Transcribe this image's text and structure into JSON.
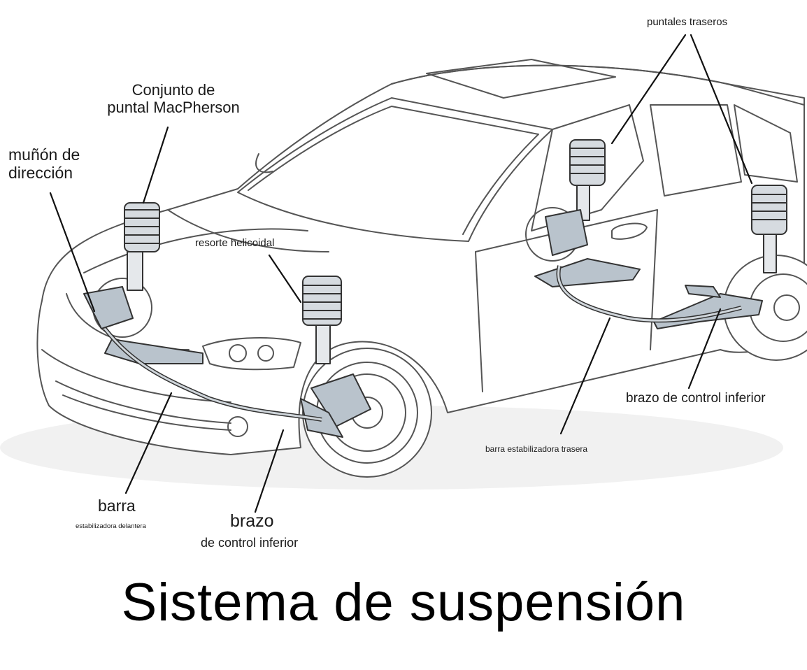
{
  "title": "Sistema de suspensión",
  "labels": {
    "rear_struts": "puntales traseros",
    "macpherson_line1": "Conjunto de",
    "macpherson_line2": "puntal MacPherson",
    "knuckle_line1": "muñón de",
    "knuckle_line2": "dirección",
    "coil_spring": "resorte helicoidal",
    "rear_lower_arm": "brazo de control inferior",
    "rear_stabilizer": "barra estabilizadora trasera",
    "front_stabilizer_line1": "barra",
    "front_stabilizer_line2": "estabilizadora delantera",
    "front_lower_arm_line1": "brazo",
    "front_lower_arm_line2": "de control inferior"
  },
  "colors": {
    "line": "#111111",
    "car": "#555555",
    "parts": "#333333",
    "parts_fill": "#b9c3cc"
  }
}
